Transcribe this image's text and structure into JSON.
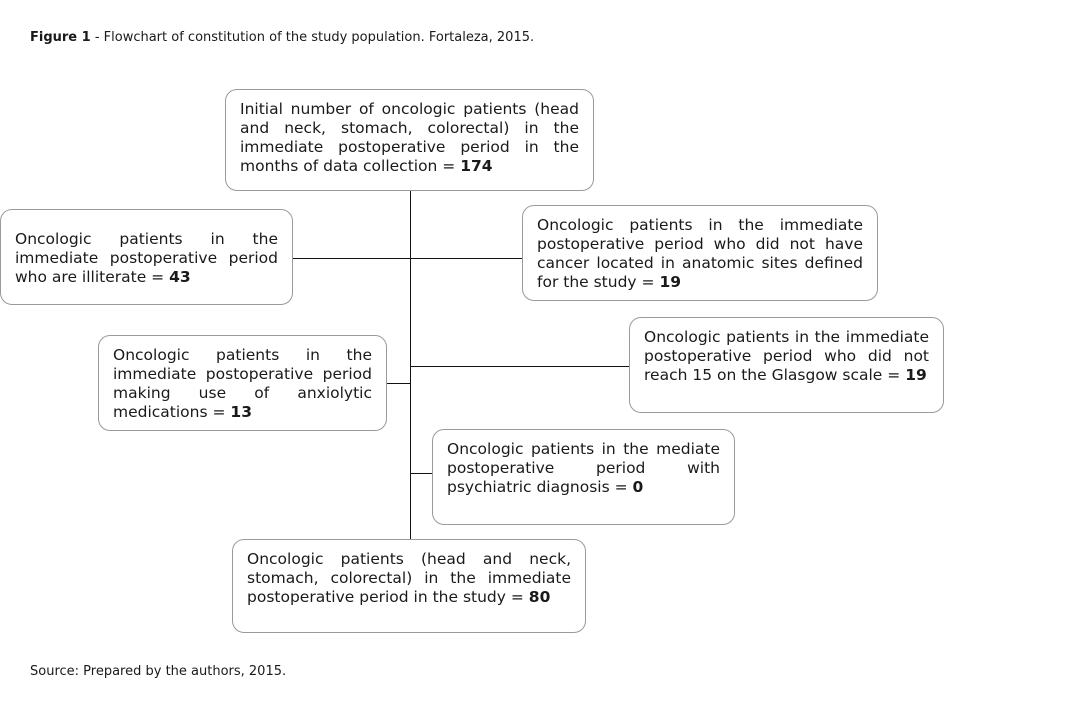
{
  "figure": {
    "label": "Figure 1",
    "caption": " - Flowchart of constitution of the study population. Fortaleza, 2015."
  },
  "boxes": {
    "initial": {
      "text": "Initial number of oncologic patients (head and neck, stomach, colorectal) in the immediate postoperative period in the months of data collection = ",
      "value": "174"
    },
    "illiterate": {
      "text": "Oncologic patients in the immediate postoperative period who are illiterate = ",
      "value": "43"
    },
    "not_sites": {
      "text": "Oncologic patients in the immediate postoperative period who did not have cancer located in anatomic sites defined for the study = ",
      "value": "19"
    },
    "glasgow": {
      "text": "Oncologic patients in the immediate postoperative period who did not reach 15 on the Glasgow scale = ",
      "value": "19"
    },
    "anxiolytic": {
      "text": "Oncologic patients in the immediate postoperative period making use of anxiolytic medications = ",
      "value": "13"
    },
    "psychiatric": {
      "text": "Oncologic patients in the mediate postoperative period with psychiatric diagnosis = ",
      "value": "0"
    },
    "final": {
      "text": "Oncologic patients (head and neck, stomach, colorectal) in the immediate postoperative period in the study = ",
      "value": "80"
    }
  },
  "source": "Source: Prepared by the authors, 2015."
}
